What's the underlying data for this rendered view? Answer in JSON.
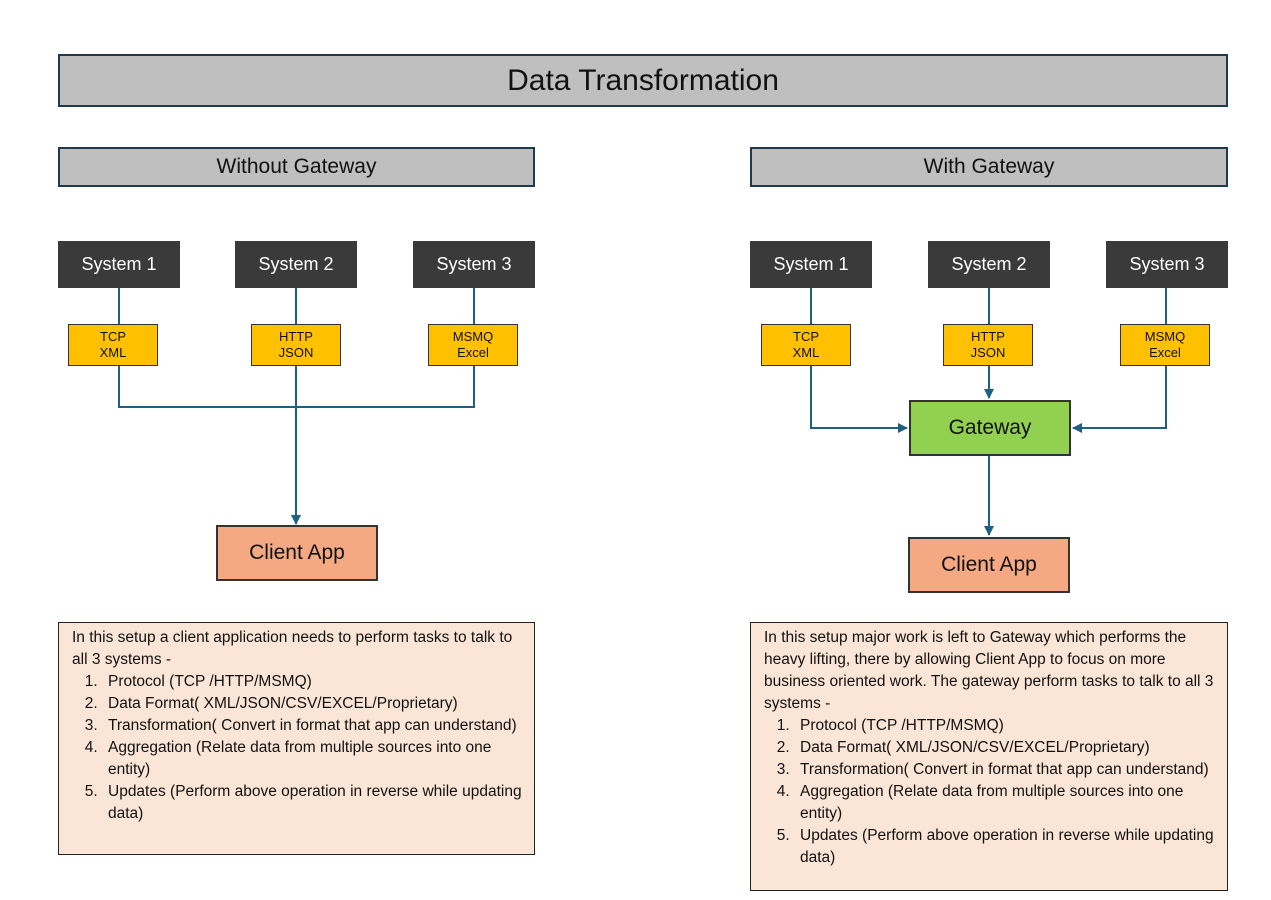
{
  "title": "Data Transformation",
  "without": {
    "heading": "Without Gateway",
    "systems": [
      "System 1",
      "System 2",
      "System 3"
    ],
    "protocols": [
      {
        "line1": "TCP",
        "line2": "XML"
      },
      {
        "line1": "HTTP",
        "line2": "JSON"
      },
      {
        "line1": "MSMQ",
        "line2": "Excel"
      }
    ],
    "client": "Client App",
    "note": {
      "intro": "In this setup a client application needs to perform tasks to talk to all 3 systems -",
      "items": [
        "Protocol (TCP /HTTP/MSMQ)",
        "Data Format( XML/JSON/CSV/EXCEL/Proprietary)",
        "Transformation( Convert in format that app can understand)",
        "Aggregation (Relate data from multiple sources into one entity)",
        "Updates (Perform above operation in reverse while updating data)"
      ]
    }
  },
  "with": {
    "heading": "With Gateway",
    "systems": [
      "System 1",
      "System 2",
      "System 3"
    ],
    "protocols": [
      {
        "line1": "TCP",
        "line2": "XML"
      },
      {
        "line1": "HTTP",
        "line2": "JSON"
      },
      {
        "line1": "MSMQ",
        "line2": "Excel"
      }
    ],
    "gateway": "Gateway",
    "client": "Client App",
    "note": {
      "intro": "In this setup major work is left to Gateway which performs the heavy lifting, there by allowing Client App to focus on more business oriented work. The gateway perform tasks to talk to all 3 systems -",
      "items": [
        "Protocol (TCP /HTTP/MSMQ)",
        "Data Format( XML/JSON/CSV/EXCEL/Proprietary)",
        "Transformation( Convert in format that app can understand)",
        "Aggregation (Relate data from multiple sources into one entity)",
        "Updates (Perform above operation in reverse while updating data)"
      ]
    }
  },
  "colors": {
    "header_fill": "#bfbfbf",
    "system_fill": "#3a3a3a",
    "protocol_fill": "#ffc000",
    "client_fill": "#f4a983",
    "gateway_fill": "#92d050",
    "note_fill": "#fbe5d6",
    "connector": "#1f5f7f"
  }
}
